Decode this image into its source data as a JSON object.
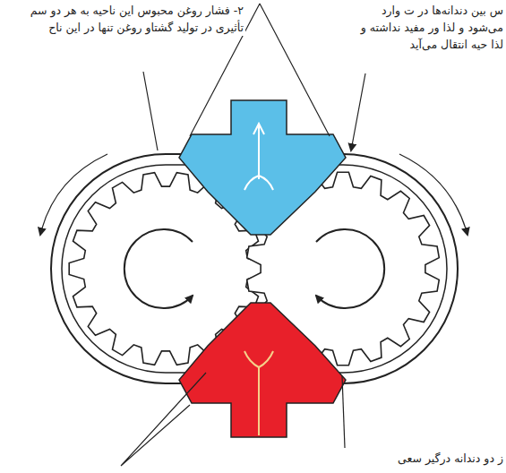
{
  "diagram": {
    "labels": [
      "۲- فشار روغن محبوس این ناحیه به هر دو سم تأثیری در تولید گشتاو روغن تنها در این ناح",
      "س بین دندانه‌ها در ت وارد می‌شود و لذا ور مفید نداشته و لذا حیه انتقال می‌آید",
      "ز دو دندانه درگیر سعی"
    ]
  }
}
